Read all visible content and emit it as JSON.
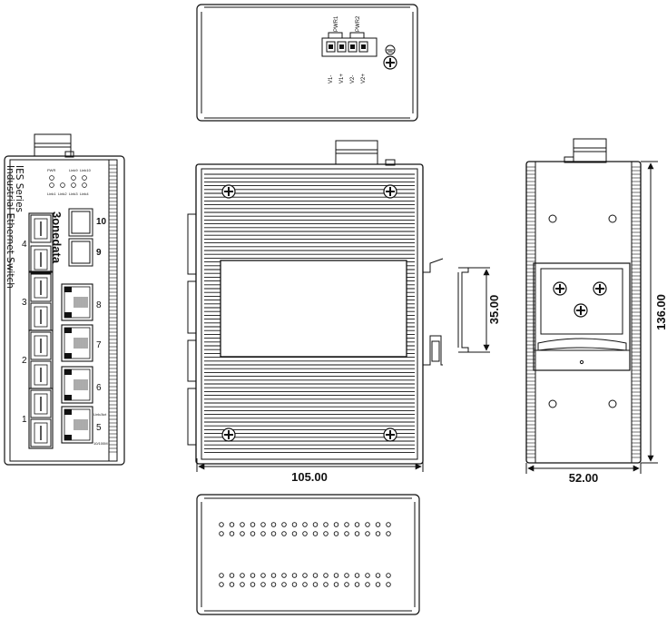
{
  "top_view": {
    "terminal_labels": [
      "PWR1",
      "PWR2"
    ],
    "pin_labels": [
      "V1-",
      "V1+",
      "V2-",
      "V2+"
    ]
  },
  "front_view": {
    "series_line1": "IES Series",
    "series_line2": "Industrial Ethernet Switch",
    "brand": "3onedata",
    "led_labels": [
      "PWR",
      "Link9",
      "Link10",
      "Link1",
      "Link2",
      "Link3",
      "Link4"
    ],
    "fiber_group_labels": [
      "4",
      "3",
      "2",
      "1"
    ],
    "port_numbers": [
      "10",
      "9",
      "8",
      "7",
      "6",
      "5"
    ],
    "speed_labels": [
      "Link/Act",
      "10/100M"
    ]
  },
  "dimensions": {
    "width_front": "105.00",
    "height_side": "136.00",
    "depth_side": "52.00",
    "din_rail": "35.00"
  },
  "colors": {
    "line": "#111111",
    "background": "#ffffff"
  }
}
